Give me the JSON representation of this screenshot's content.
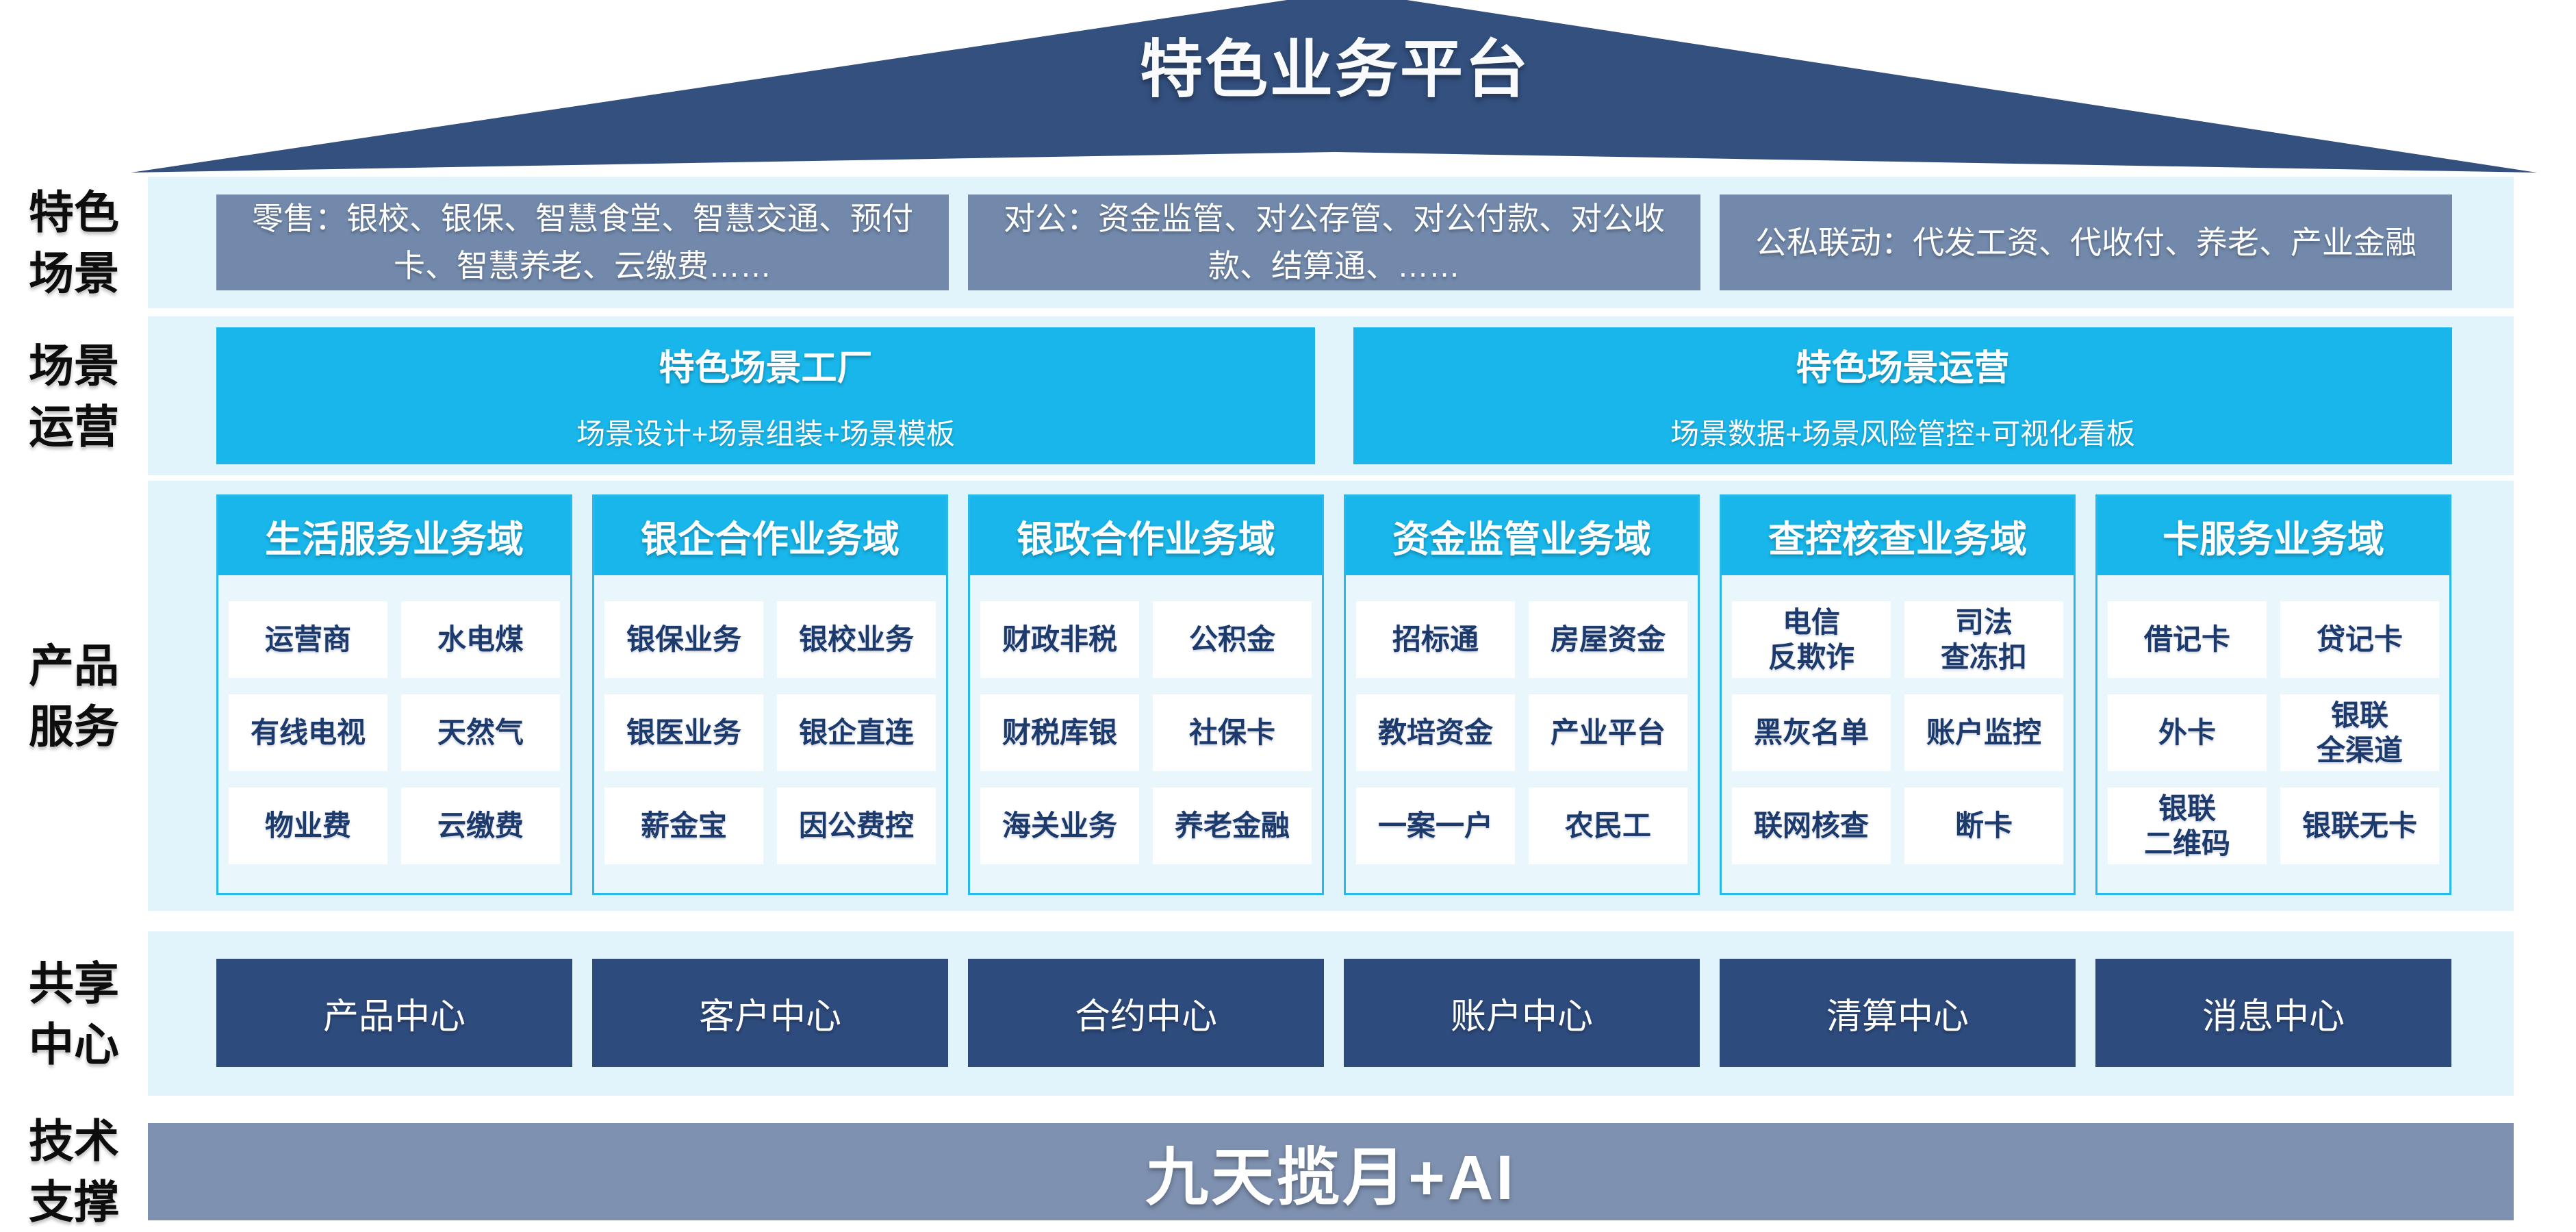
{
  "colors": {
    "roof_navy": "#33507f",
    "center_navy": "#2e4b7d",
    "cyan": "#18b6ea",
    "slate_box": "#7289ab",
    "slate_band": "#7e91b0",
    "light_band": "#e1f3fb",
    "item_text_navy": "#1d3a6d"
  },
  "roof": {
    "title": "特色业务平台"
  },
  "side_labels": [
    {
      "text": "特色\n场景"
    },
    {
      "text": "场景\n运营"
    },
    {
      "text": "产品\n服务"
    },
    {
      "text": "共享\n中心"
    },
    {
      "text": "技术\n支撑"
    }
  ],
  "scenes": {
    "boxes": [
      "零售：银校、银保、智慧食堂、智慧交通、预付卡、智慧养老、云缴费……",
      "对公：资金监管、对公存管、对公付款、对公收款、结算通、……",
      "公私联动：代发工资、代收付、养老、产业金融"
    ]
  },
  "operation": {
    "boxes": [
      {
        "title": "特色场景工厂",
        "subtitle": "场景设计+场景组装+场景模板"
      },
      {
        "title": "特色场景运营",
        "subtitle": "场景数据+场景风险管控+可视化看板"
      }
    ]
  },
  "products": {
    "domains": [
      {
        "title": "生活服务业务域",
        "items": [
          "运营商",
          "水电煤",
          "有线电视",
          "天然气",
          "物业费",
          "云缴费"
        ]
      },
      {
        "title": "银企合作业务域",
        "items": [
          "银保业务",
          "银校业务",
          "银医业务",
          "银企直连",
          "薪金宝",
          "因公费控"
        ]
      },
      {
        "title": "银政合作业务域",
        "items": [
          "财政非税",
          "公积金",
          "财税库银",
          "社保卡",
          "海关业务",
          "养老金融"
        ]
      },
      {
        "title": "资金监管业务域",
        "items": [
          "招标通",
          "房屋资金",
          "教培资金",
          "产业平台",
          "一案一户",
          "农民工"
        ]
      },
      {
        "title": "查控核查业务域",
        "items": [
          "电信\n反欺诈",
          "司法\n查冻扣",
          "黑灰名单",
          "账户监控",
          "联网核查",
          "断卡"
        ]
      },
      {
        "title": "卡服务业务域",
        "items": [
          "借记卡",
          "贷记卡",
          "外卡",
          "银联\n全渠道",
          "银联\n二维码",
          "银联无卡"
        ]
      }
    ]
  },
  "centers": {
    "boxes": [
      "产品中心",
      "客户中心",
      "合约中心",
      "账户中心",
      "清算中心",
      "消息中心"
    ]
  },
  "tech": {
    "banner": "九天揽月+AI"
  }
}
